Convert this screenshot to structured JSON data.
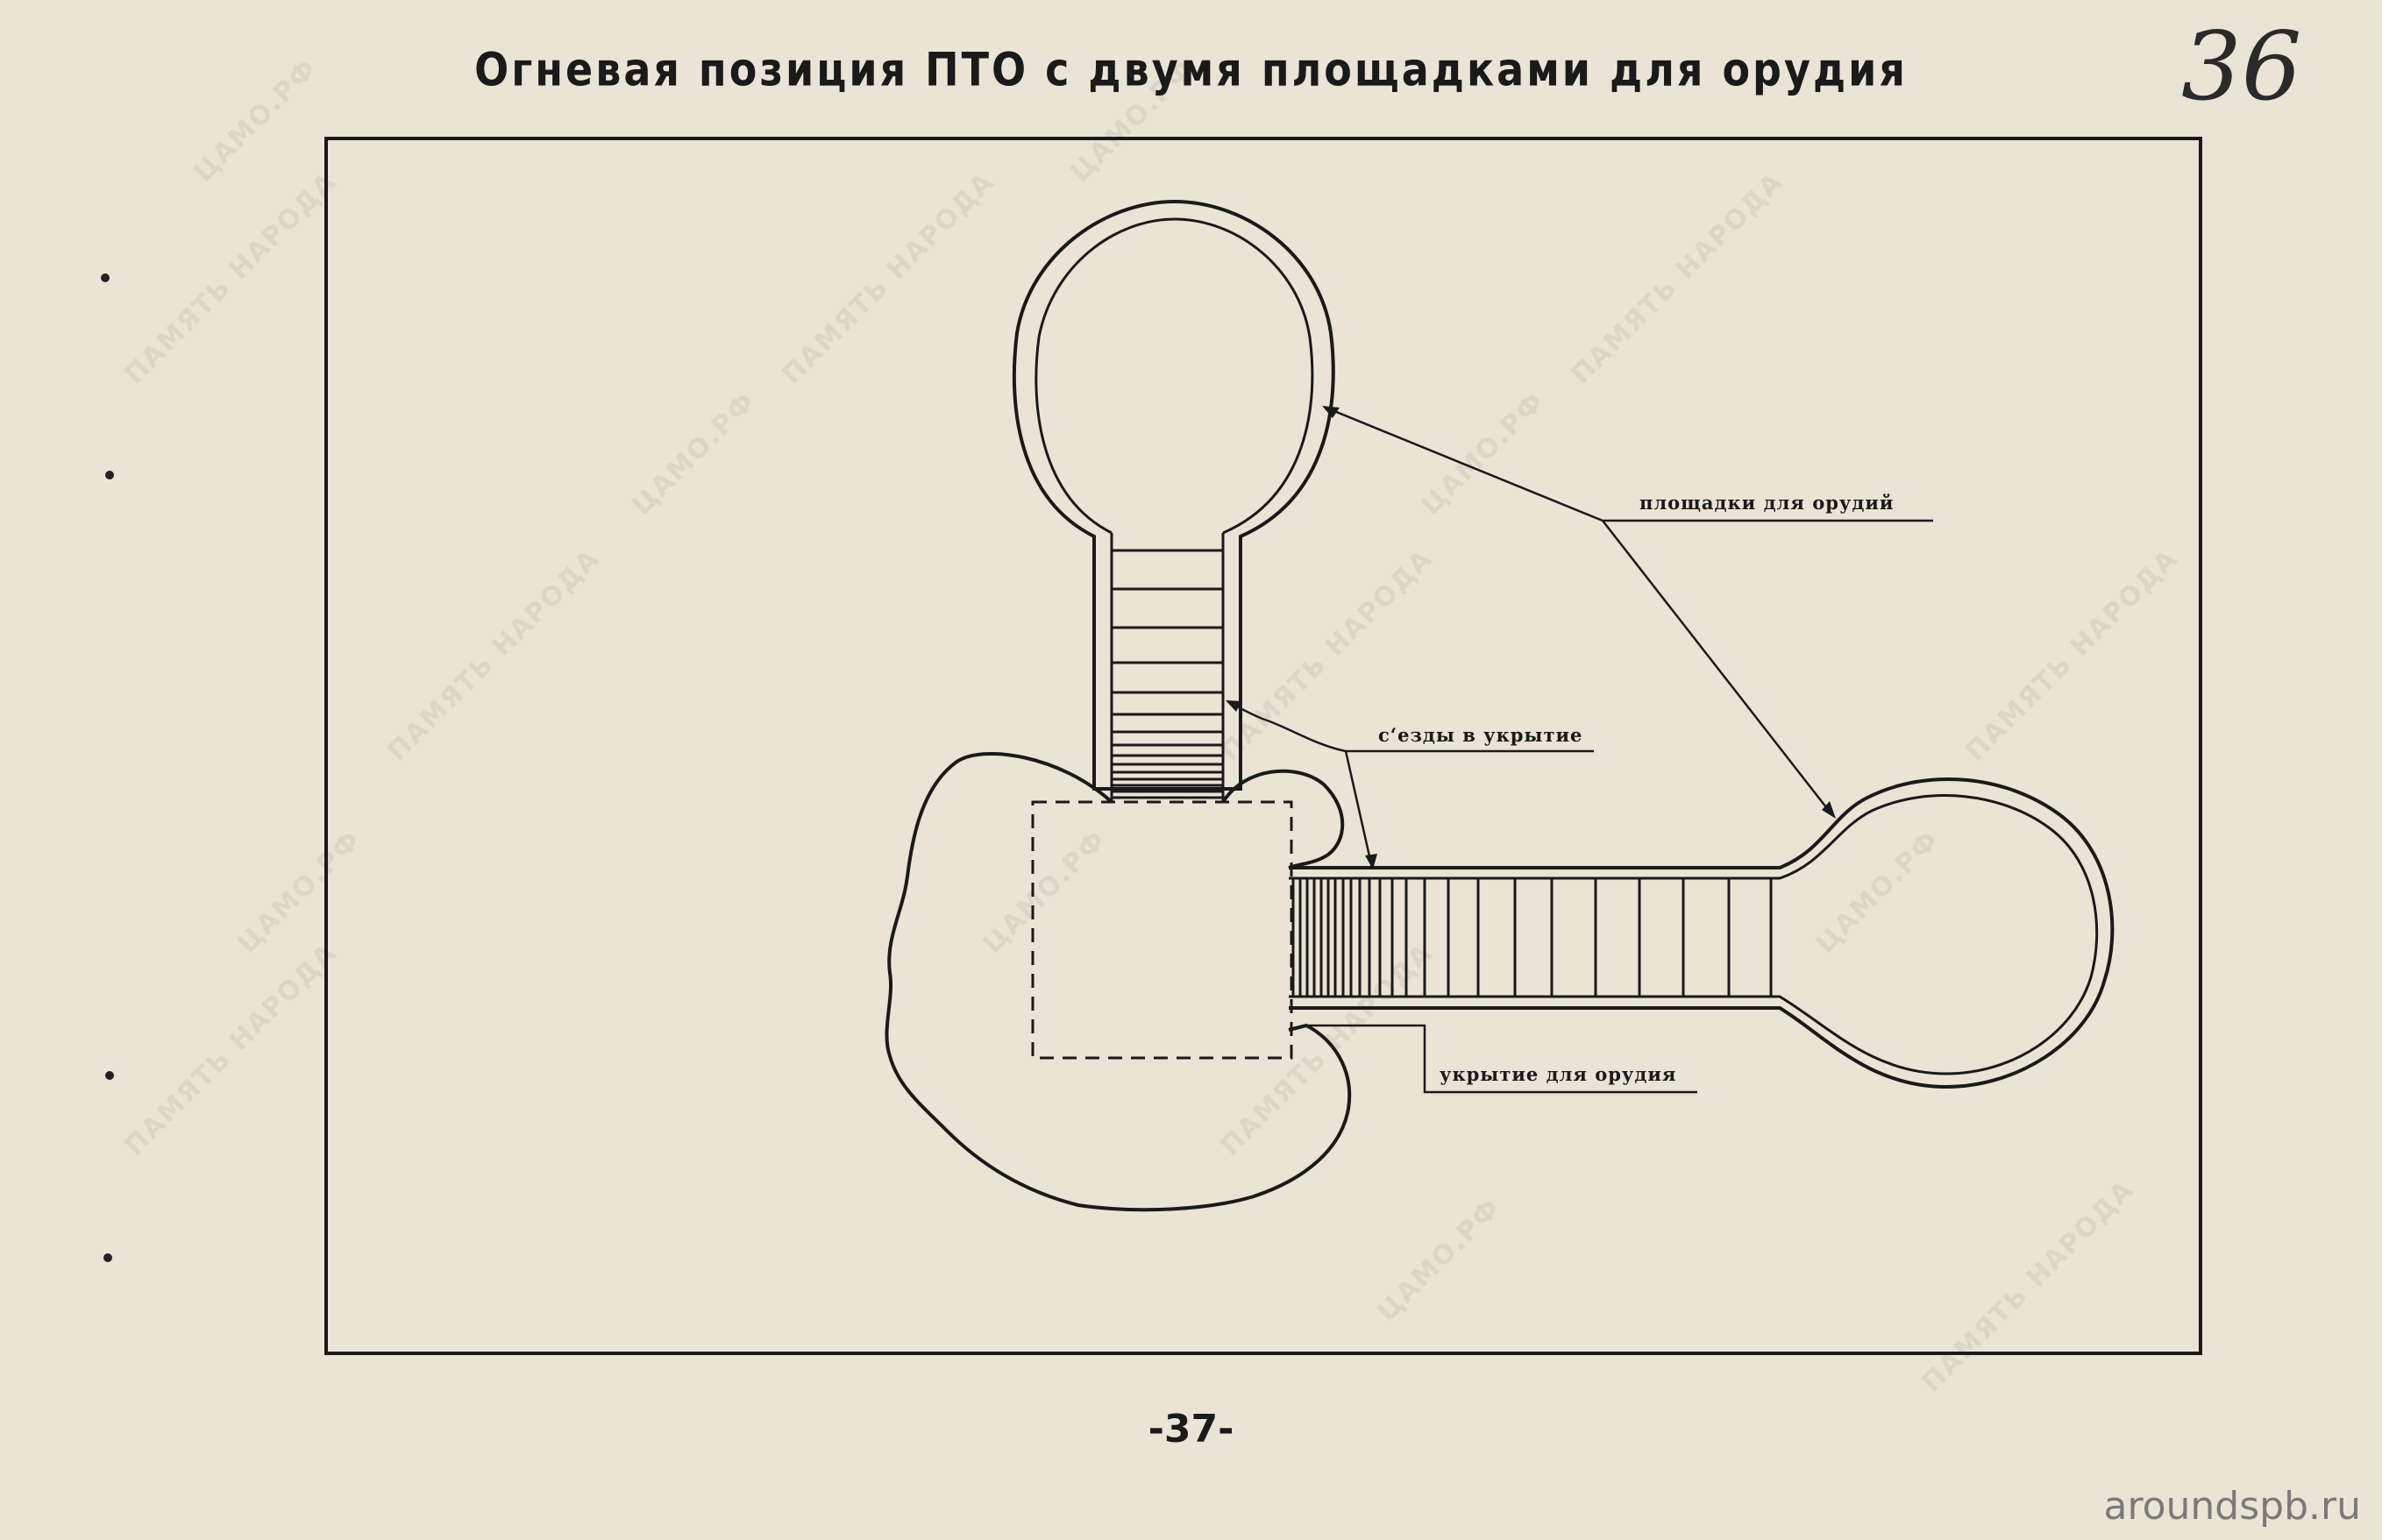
{
  "title": "Огневая позиция ПТО с двумя площадками для орудия",
  "sheet_mark": "36",
  "labels": {
    "platforms": "площадки для орудий",
    "ramps": "с‘езды в укрытие",
    "shelter": "укрытие для орудия"
  },
  "page_number": "-37-",
  "source": "aroundspb.ru",
  "watermark": {
    "archive": "ЦАМО.РФ",
    "project": "ПАМЯТЬ НАРОДА"
  }
}
